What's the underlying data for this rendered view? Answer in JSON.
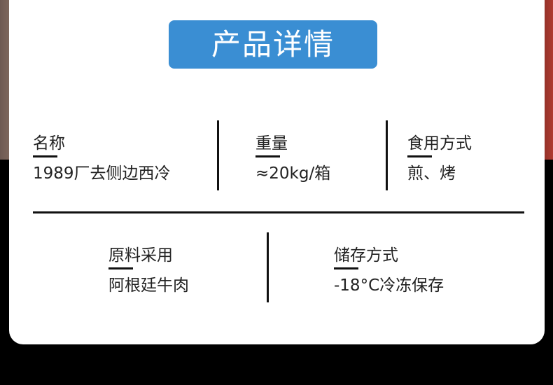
{
  "header": {
    "title": "产品详情"
  },
  "details": [
    {
      "label": "名称",
      "value": "1989厂去侧边西冷"
    },
    {
      "label": "重量",
      "value": "≈20kg/箱"
    },
    {
      "label": "食用方式",
      "value": "煎、烤"
    },
    {
      "label": "原料采用",
      "value": "阿根廷牛肉"
    },
    {
      "label": "储存方式",
      "value": "-18°C冷冻保存"
    }
  ],
  "colors": {
    "accent": "#3a8ed3",
    "background": "#000000",
    "card": "#ffffff",
    "text": "#222222"
  }
}
